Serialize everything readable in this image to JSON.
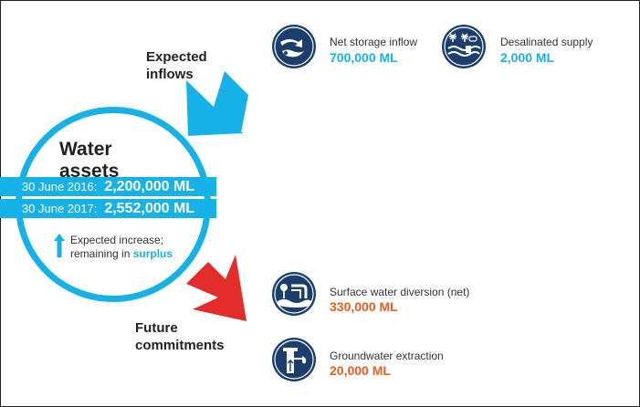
{
  "inflows_label": {
    "line1": "Expected",
    "line2": "inflows"
  },
  "commitments_label": {
    "line1": "Future",
    "line2": "commitments"
  },
  "assets": {
    "title": "Water assets",
    "rows": [
      {
        "date": "30 June 2016:",
        "value": "2,200,000 ML"
      },
      {
        "date": "30 June 2017:",
        "value": "2,552,000 ML"
      }
    ],
    "note": {
      "line1": "Expected increase;",
      "line2_prefix": "remaining in ",
      "highlight": "surplus"
    }
  },
  "inflows": [
    {
      "title": "Net storage inflow",
      "value": "700,000 ML",
      "icon": "storage-inflow-icon"
    },
    {
      "title": "Desalinated supply",
      "value": "2,000 ML",
      "icon": "desalination-icon"
    }
  ],
  "commitments": [
    {
      "title": "Surface water diversion (net)",
      "value": "330,000 ML",
      "icon": "surface-diversion-icon"
    },
    {
      "title": "Groundwater extraction",
      "value": "20,000 ML",
      "icon": "groundwater-icon"
    }
  ],
  "colors": {
    "accent_blue": "#16b1e6",
    "accent_red": "#e32d2a",
    "value_orange": "#ea5b20",
    "icon_navy": "#1b3e6d"
  }
}
